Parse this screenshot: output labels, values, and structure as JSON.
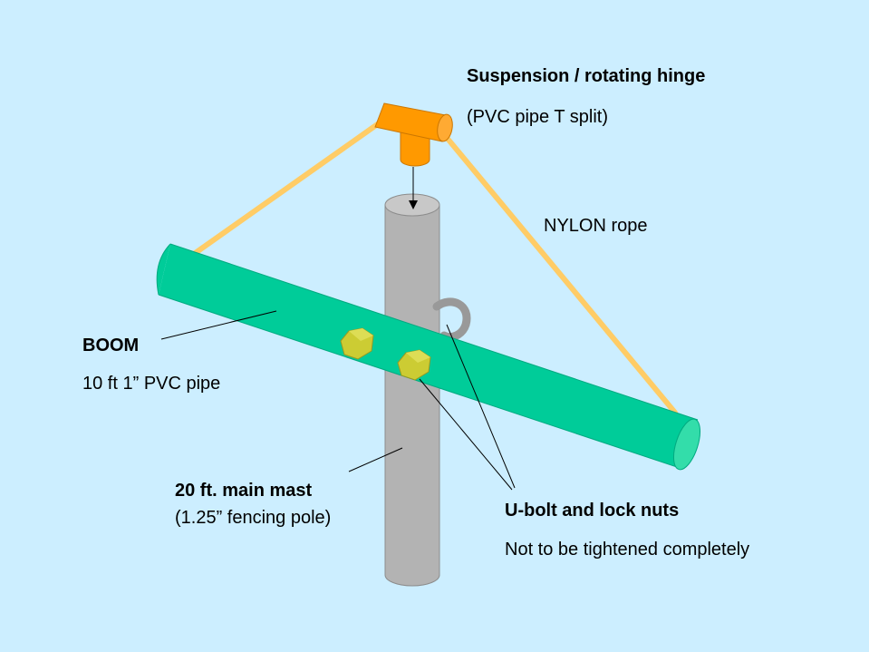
{
  "labels": {
    "hinge_title": "Suspension / rotating hinge",
    "hinge_sub": "(PVC pipe T split)",
    "rope": "NYLON rope",
    "boom_title": "BOOM",
    "boom_sub": "10 ft 1” PVC pipe",
    "mast_title": "20 ft. main mast",
    "mast_sub": "(1.25” fencing pole)",
    "ubolt_title": "U-bolt and lock nuts",
    "ubolt_sub": "Not to be tightened completely"
  },
  "colors": {
    "background": "#cceeff",
    "boom": "#00cc99",
    "boom_end": "#33ddaa",
    "mast": "#b3b3b3",
    "mast_top": "#c8c8c8",
    "hinge": "#ff9900",
    "rope": "#ffcc66",
    "nut": "#cccc33",
    "ubolt": "#999999"
  }
}
